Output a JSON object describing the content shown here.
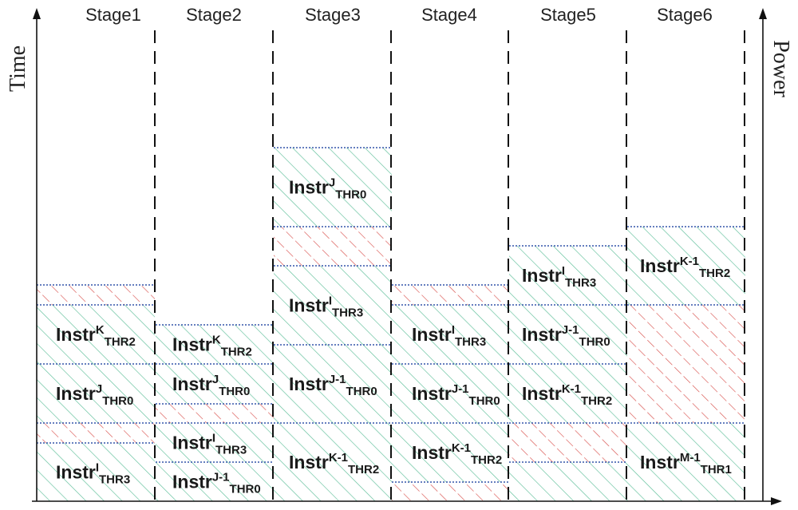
{
  "axes": {
    "left_label": "Time",
    "right_label": "Power"
  },
  "stages": [
    "Stage1",
    "Stage2",
    "Stage3",
    "Stage4",
    "Stage5",
    "Stage6"
  ],
  "legend_colors": {
    "useful_hatch": "#5fbf9a",
    "waste_hatch": "#d9534f",
    "boundary": "#3355aa"
  },
  "columns": [
    {
      "stage": "Stage1",
      "blocks": [
        {
          "kind": "waste",
          "label": null
        },
        {
          "kind": "useful",
          "label": {
            "base": "Instr",
            "sup": "K",
            "sub": "THR2"
          }
        },
        {
          "kind": "useful",
          "label": {
            "base": "Instr",
            "sup": "J",
            "sub": "THR0"
          }
        },
        {
          "kind": "waste",
          "label": null
        },
        {
          "kind": "useful",
          "label": {
            "base": "Instr",
            "sup": "I",
            "sub": "THR3"
          }
        }
      ]
    },
    {
      "stage": "Stage2",
      "blocks": [
        {
          "kind": "useful",
          "label": {
            "base": "Instr",
            "sup": "K",
            "sub": "THR2"
          }
        },
        {
          "kind": "useful",
          "label": {
            "base": "Instr",
            "sup": "J",
            "sub": "THR0"
          }
        },
        {
          "kind": "waste",
          "label": null
        },
        {
          "kind": "useful",
          "label": {
            "base": "Instr",
            "sup": "I",
            "sub": "THR3"
          }
        },
        {
          "kind": "useful",
          "label": {
            "base": "Instr",
            "sup": "J-1",
            "sub": "THR0"
          }
        }
      ]
    },
    {
      "stage": "Stage3",
      "blocks": [
        {
          "kind": "useful",
          "label": {
            "base": "Instr",
            "sup": "J",
            "sub": "THR0"
          }
        },
        {
          "kind": "waste",
          "label": null
        },
        {
          "kind": "useful",
          "label": {
            "base": "Instr",
            "sup": "I",
            "sub": "THR3"
          }
        },
        {
          "kind": "useful",
          "label": {
            "base": "Instr",
            "sup": "J-1",
            "sub": "THR0"
          }
        },
        {
          "kind": "useful",
          "label": {
            "base": "Instr",
            "sup": "K-1",
            "sub": "THR2"
          }
        }
      ]
    },
    {
      "stage": "Stage4",
      "blocks": [
        {
          "kind": "waste",
          "label": null
        },
        {
          "kind": "useful",
          "label": {
            "base": "Instr",
            "sup": "I",
            "sub": "THR3"
          }
        },
        {
          "kind": "useful",
          "label": {
            "base": "Instr",
            "sup": "J-1",
            "sub": "THR0"
          }
        },
        {
          "kind": "useful",
          "label": {
            "base": "Instr",
            "sup": "K-1",
            "sub": "THR2"
          }
        },
        {
          "kind": "waste",
          "label": null
        }
      ]
    },
    {
      "stage": "Stage5",
      "blocks": [
        {
          "kind": "useful",
          "label": {
            "base": "Instr",
            "sup": "I",
            "sub": "THR3"
          }
        },
        {
          "kind": "useful",
          "label": {
            "base": "Instr",
            "sup": "J-1",
            "sub": "THR0"
          }
        },
        {
          "kind": "useful",
          "label": {
            "base": "Instr",
            "sup": "K-1",
            "sub": "THR2"
          }
        },
        {
          "kind": "waste",
          "label": null
        },
        {
          "kind": "useful",
          "label": null
        }
      ]
    },
    {
      "stage": "Stage6",
      "blocks": [
        {
          "kind": "useful",
          "label": {
            "base": "Instr",
            "sup": "K-1",
            "sub": "THR2"
          }
        },
        {
          "kind": "waste",
          "label": null
        },
        {
          "kind": "useful",
          "label": {
            "base": "Instr",
            "sup": "M-1",
            "sub": "THR1"
          }
        }
      ]
    }
  ]
}
